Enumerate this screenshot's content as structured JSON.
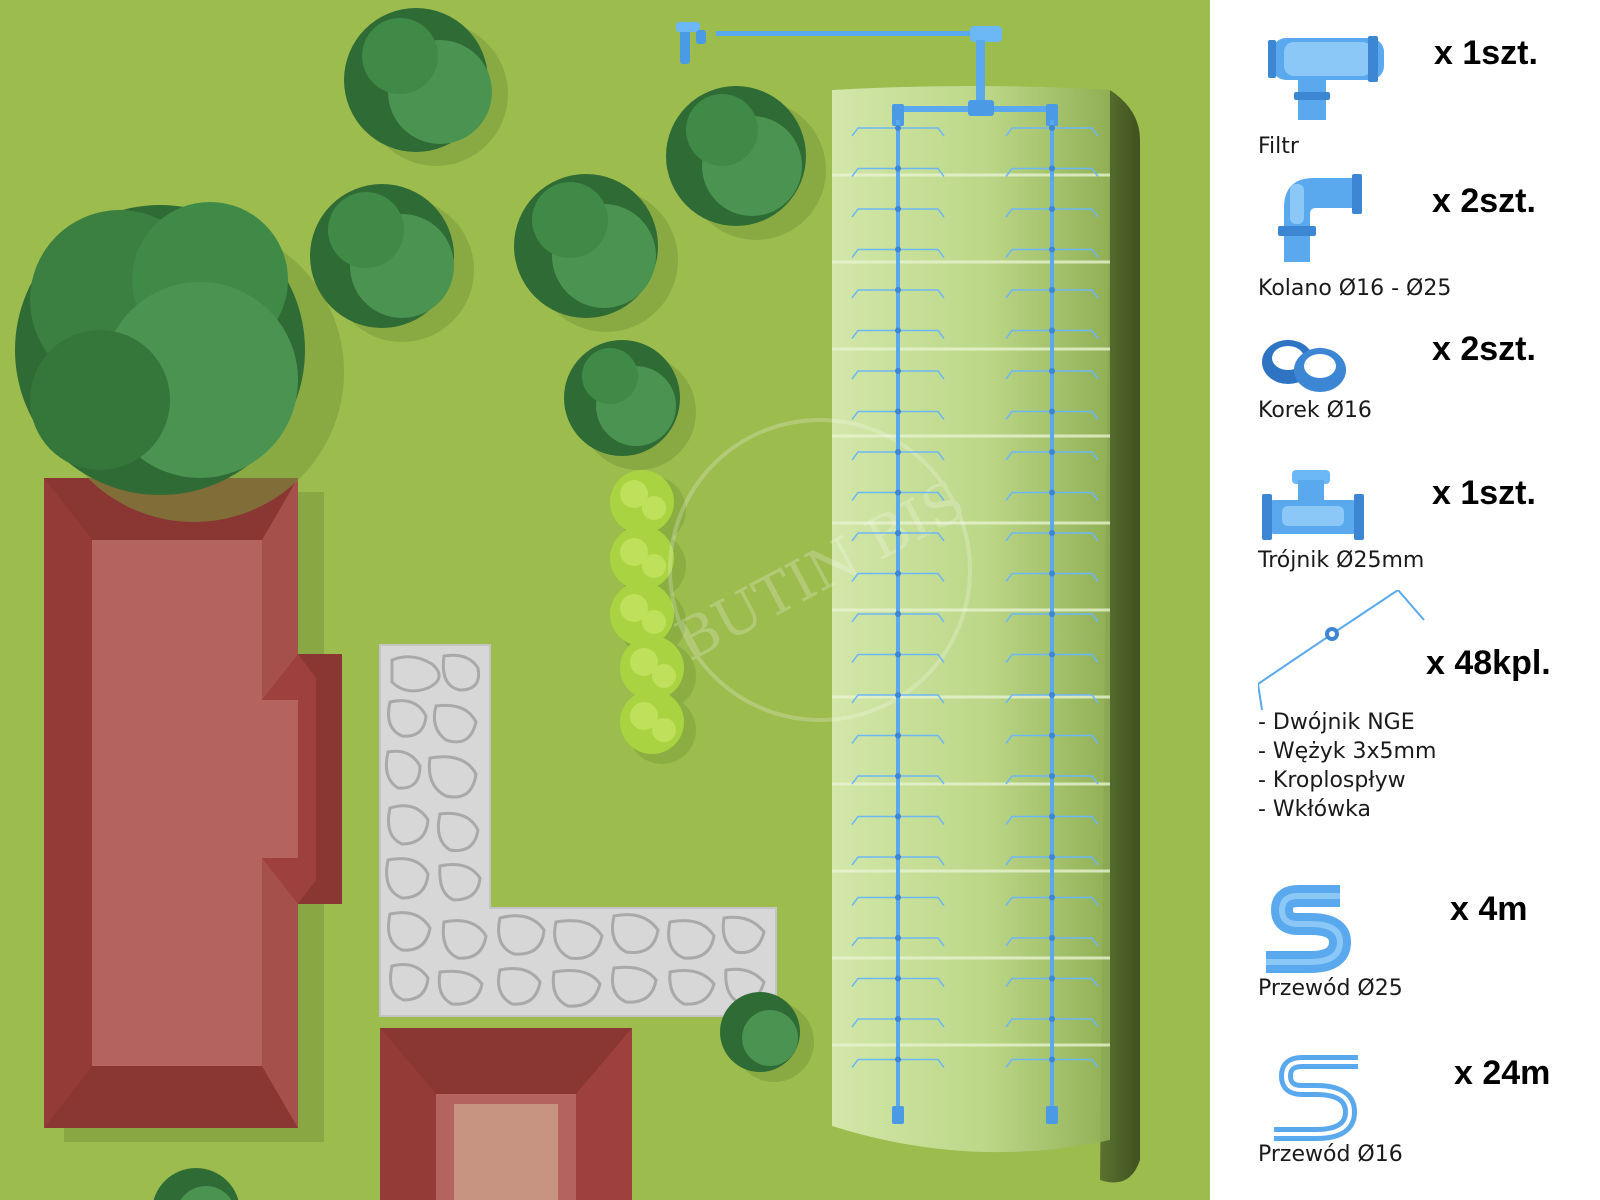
{
  "watermark": "BUTIN BIS",
  "legend": {
    "items": [
      {
        "label": "Filtr",
        "qty": "x 1szt.",
        "icon": "filter-icon"
      },
      {
        "label": "Kolano Ø16 - Ø25",
        "qty": "x 2szt.",
        "icon": "elbow-icon"
      },
      {
        "label": "Korek Ø16",
        "qty": "x 2szt.",
        "icon": "end-cap-icon"
      },
      {
        "label": "Trójnik Ø25mm",
        "qty": "x 1szt.",
        "icon": "tee-icon"
      },
      {
        "label": "",
        "qty": "x 48kpl.",
        "icon": "drip-set-icon",
        "parts": [
          "- Dwójnik NGE",
          "- Wężyk 3x5mm",
          "- Kroplospływ",
          "- Wkłówka"
        ]
      },
      {
        "label": "Przewód Ø25",
        "qty": "x 4m",
        "icon": "pipe-25-icon"
      },
      {
        "label": "Przewód Ø16",
        "qty": "x 24m",
        "icon": "pipe-16-icon"
      }
    ]
  },
  "colors": {
    "grass": "#9cbc4e",
    "roof": "#a84a46",
    "roof_top": "#b5635f",
    "tree_dark": "#2f7a3a",
    "tree_light": "#4e9a55",
    "pipe": "#5aa9ee",
    "greenhouse": "#cfe6a6",
    "path": "#d4d4d4"
  }
}
